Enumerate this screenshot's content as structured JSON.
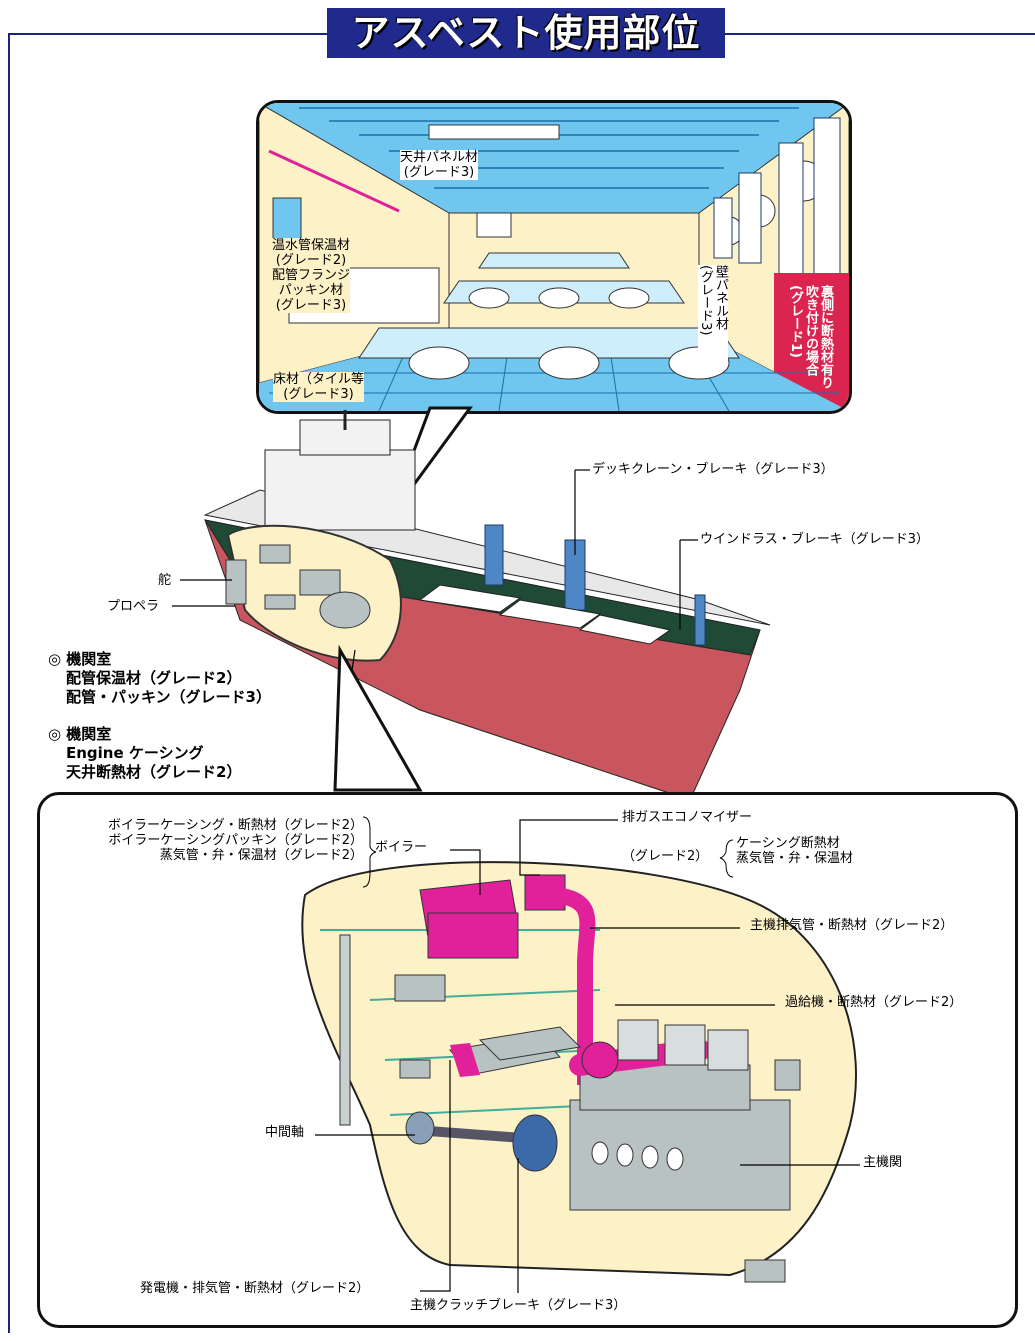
{
  "title": "アスベスト使用部位",
  "room": {
    "ceiling_label": "天井パネル材\n(グレード3)",
    "pipe_label": "温水管保温材\n(グレード2)\n配管フランジ\nパッキン材\n(グレード3)",
    "floor_label": "床材（タイル等\n(グレード3)",
    "wall_label": "壁パネル材\n(グレード3)",
    "spray_label": "裏側に断熱材有り\n吹き付けの場合\n(グレード1)"
  },
  "ship": {
    "crane_label": "デッキクレーン・ブレーキ（グレード3）",
    "windlass_label": "ウインドラス・ブレーキ（グレード3）",
    "rudder_label": "舵",
    "propeller_label": "プロペラ"
  },
  "engine_room_notes": [
    {
      "lines": [
        "◎ 機関室",
        "配管保温材（グレード2）",
        "配管・パッキン（グレード3）"
      ]
    },
    {
      "lines": [
        "◎ 機関室",
        "Engine ケーシング",
        "天井断熱材（グレード2）"
      ]
    }
  ],
  "engine": {
    "boiler_items": [
      "ボイラーケーシング・断熱材（グレード2）",
      "ボイラーケーシングパッキン（グレード2）",
      "蒸気管・弁・保温材（グレード2）"
    ],
    "boiler_label": "ボイラー",
    "economizer_title": "排ガスエコノマイザー",
    "economizer_grade": "（グレード2）",
    "economizer_items": [
      "ケーシング断熱材",
      "蒸気管・弁・保温材"
    ],
    "exhaust_label": "主機排気管・断熱材（グレード2）",
    "turbo_label": "過給機・断熱材（グレード2）",
    "shaft_label": "中間軸",
    "main_engine_label": "主機関",
    "generator_label": "発電機・排気管・断熱材（グレード2）",
    "clutch_label": "主機クラッチブレーキ（グレード3）"
  },
  "colors": {
    "navy": "#1f2a8c",
    "pink": "#e0219a",
    "cream": "#fdf1c8",
    "hull_green": "#1f4a35",
    "hull_red": "#c9565f",
    "water_blue": "#6fc6ee",
    "alert_red": "#d9254f"
  }
}
